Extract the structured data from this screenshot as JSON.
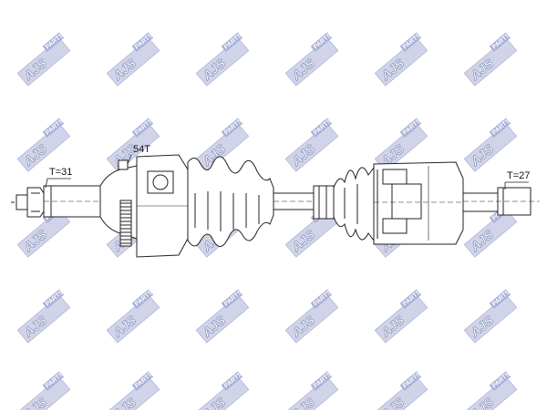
{
  "watermark": {
    "brand": "AJS",
    "suffix": "PARTS",
    "color": "#c9cde6"
  },
  "labels": {
    "outer_spline": "T=31",
    "abs_ring": "54T",
    "inner_spline": "T=27"
  },
  "colors": {
    "line": "#222222",
    "fill": "#ffffff"
  }
}
